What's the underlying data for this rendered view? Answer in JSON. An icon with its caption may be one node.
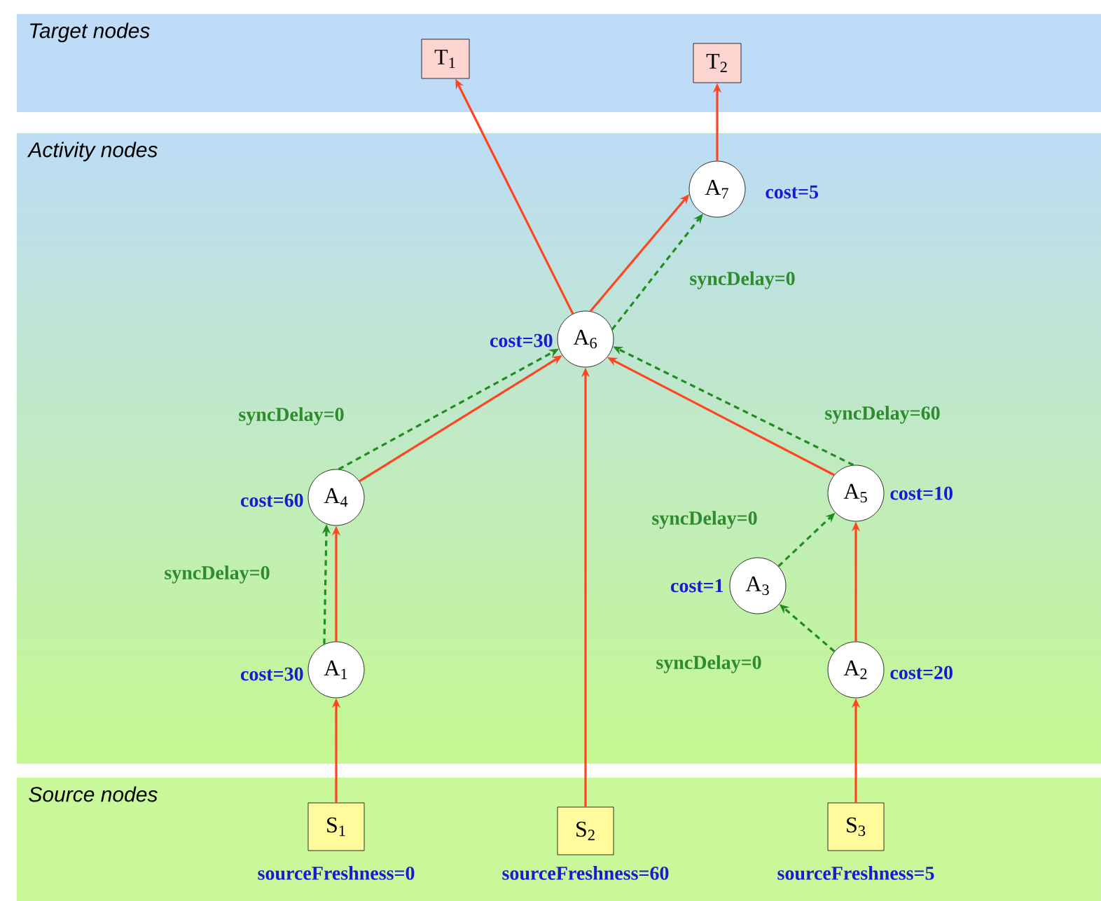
{
  "diagram": {
    "nodes": [
      {
        "text": [
          "Target nodes"
        ]
      },
      {
        "text": [
          "T$_{1}$"
        ],
        "in": 0
      },
      {
        "text": [
          "T$_{2}$"
        ],
        "in": 0
      },
      {
        "text": [
          "Activity nodes"
        ]
      },
      {
        "text": [
          "A$_{7}$"
        ],
        "in": 3,
        "beside": [
          "cost=5"
        ]
      },
      {
        "text": [
          "A$_{6}$"
        ],
        "in": 3,
        "beside": [
          "cost=30"
        ]
      },
      {
        "text": [
          "A$_{4}$"
        ],
        "in": 3,
        "beside": [
          "cost=60"
        ]
      },
      {
        "text": [
          "A$_{5}$"
        ],
        "in": 3,
        "beside": [
          "cost=10"
        ]
      },
      {
        "text": [
          "A$_{3}$"
        ],
        "in": 3,
        "beside": [
          "cost=1"
        ]
      },
      {
        "text": [
          "A$_{1}$"
        ],
        "in": 3,
        "beside": [
          "cost=30"
        ]
      },
      {
        "text": [
          "A$_{2}$"
        ],
        "in": 3,
        "beside": [
          "cost=20"
        ]
      },
      {
        "text": [
          "Source nodes"
        ]
      },
      {
        "text": [
          "S$_{1}$"
        ],
        "in": 11,
        "beside": [
          "sourceFreshness=0"
        ]
      },
      {
        "text": [
          "S$_{2}$"
        ],
        "in": 11,
        "beside": [
          "sourceFreshness=60"
        ]
      },
      {
        "text": [
          "S$_{3}$"
        ],
        "in": 11,
        "beside": [
          "sourceFreshness=5"
        ]
      }
    ],
    "edges": [
      {
        "from": 12,
        "to": 9,
        "arrow": "to"
      },
      {
        "from": 13,
        "to": 5,
        "arrow": "to"
      },
      {
        "from": 14,
        "to": 10,
        "arrow": "to"
      },
      {
        "from": 9,
        "to": 6,
        "arrow": "to"
      },
      {
        "from": 10,
        "to": 7,
        "arrow": "to"
      },
      {
        "from": 6,
        "to": 5,
        "arrow": "to"
      },
      {
        "from": 7,
        "to": 5,
        "arrow": "to"
      },
      {
        "from": 5,
        "to": 1,
        "arrow": "to"
      },
      {
        "from": 5,
        "to": 4,
        "arrow": "to"
      },
      {
        "from": 4,
        "to": 2,
        "arrow": "to"
      },
      {
        "from": 9,
        "to": 6,
        "arrow": "to",
        "label": "syncDelay=0",
        "style": "dashed",
        "color": "#228b22"
      },
      {
        "from": 10,
        "to": 8,
        "arrow": "to",
        "label": "syncDelay=0",
        "style": "dashed",
        "color": "#228b22"
      },
      {
        "from": 8,
        "to": 7,
        "arrow": "to",
        "label": "syncDelay=0",
        "style": "dashed",
        "color": "#228b22"
      },
      {
        "from": 6,
        "to": 5,
        "arrow": "to",
        "label": "syncDelay=0",
        "style": "dashed",
        "color": "#228b22"
      },
      {
        "from": 7,
        "to": 5,
        "arrow": "to",
        "label": "syncDelay=60",
        "style": "dashed",
        "color": "#228b22"
      },
      {
        "from": 5,
        "to": 4,
        "arrow": "to",
        "label": "syncDelay=0",
        "style": "dashed",
        "color": "#228b22"
      }
    ]
  }
}
